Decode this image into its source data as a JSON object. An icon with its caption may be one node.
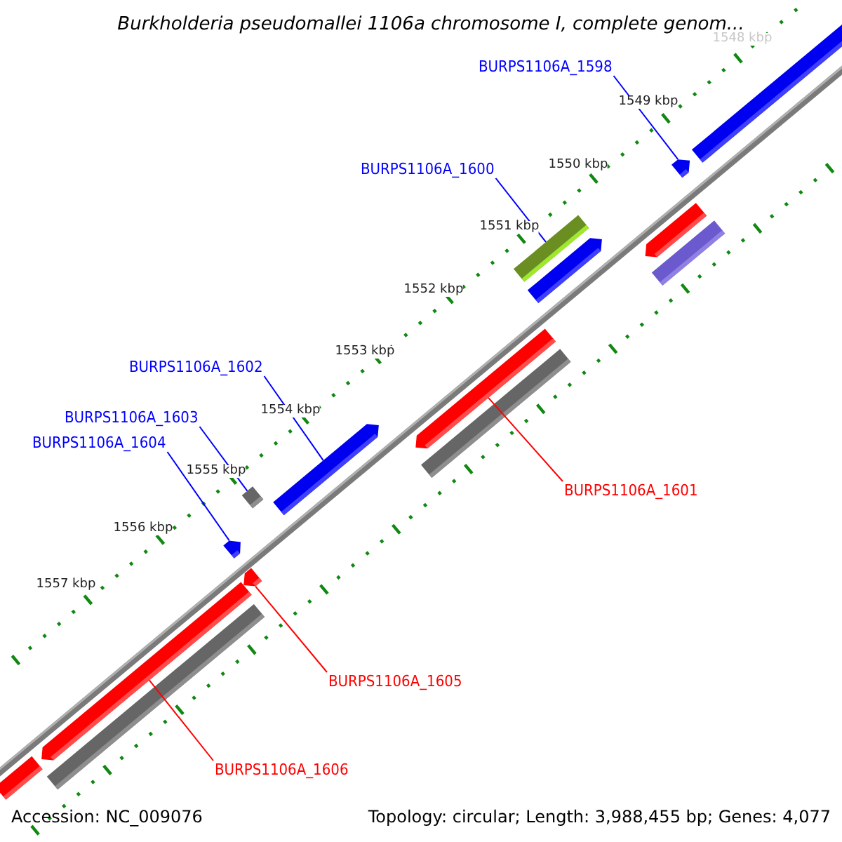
{
  "diagram": {
    "title": "Burkholderia pseudomallei 1106a chromosome I, complete genom...",
    "nodes": [
      {
        "text": [
          "BURPS1106A_1598"
        ]
      },
      {
        "text": [
          "BURPS1106A_1600"
        ]
      },
      {
        "text": [
          "BURPS1106A_1602"
        ]
      },
      {
        "text": [
          "BURPS1106A_1603"
        ]
      },
      {
        "text": [
          "BURPS1106A_1604"
        ]
      },
      {
        "text": [
          "BURPS1106A_1601"
        ]
      },
      {
        "text": [
          "BURPS1106A_1605"
        ]
      },
      {
        "text": [
          "BURPS1106A_1606"
        ]
      },
      {
        "text": [],
        "shape": "arrow"
      },
      {
        "text": [],
        "shape": "bar"
      },
      {
        "text": [],
        "shape": "arrow"
      },
      {
        "text": [],
        "shape": "bar"
      },
      {
        "text": [],
        "shape": "arrow"
      },
      {
        "text": [],
        "shape": "arrow"
      },
      {
        "text": [],
        "shape": "arrow"
      },
      {
        "text": [],
        "shape": "arrow"
      }
    ],
    "edges": [
      {
        "from": 0,
        "to": 8,
        "arrow": "none"
      },
      {
        "from": 1,
        "to": 9,
        "arrow": "none"
      },
      {
        "from": 2,
        "to": 10,
        "arrow": "none"
      },
      {
        "from": 3,
        "to": 11,
        "arrow": "none"
      },
      {
        "from": 4,
        "to": 12,
        "arrow": "none"
      },
      {
        "from": 5,
        "to": 13,
        "arrow": "none",
        "color": "#ff0000"
      },
      {
        "from": 6,
        "to": 14,
        "arrow": "none",
        "color": "#ff0000"
      },
      {
        "from": 7,
        "to": 15,
        "arrow": "none",
        "color": "#ff0000"
      }
    ],
    "labels": [
      "1548 kbp",
      "1549 kbp",
      "1550 kbp",
      "1551 kbp",
      "1552 kbp",
      "1553 kbp",
      "1554 kbp",
      "1555 kbp",
      "1556 kbp",
      "1557 kbp",
      "Accession: NC_009076",
      "Topology: circular; Length: 3,988,455 bp; Genes: 4,077"
    ]
  }
}
